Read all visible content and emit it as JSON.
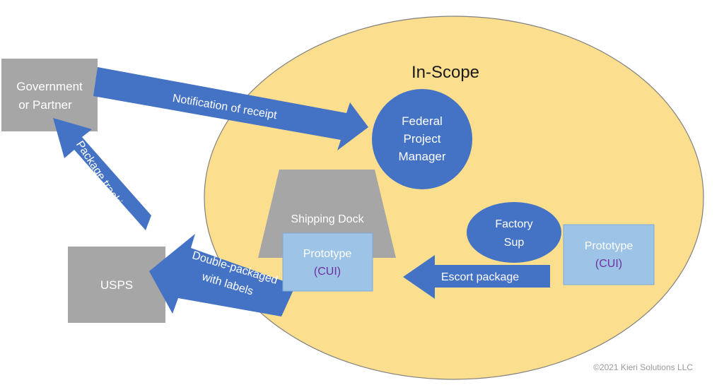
{
  "scope": {
    "title": "In-Scope"
  },
  "nodes": {
    "government": {
      "line1": "Government",
      "line2": "or Partner"
    },
    "usps": {
      "label": "USPS"
    },
    "federal_pm": {
      "line1": "Federal",
      "line2": "Project",
      "line3": "Manager"
    },
    "shipping_dock": {
      "label": "Shipping Dock"
    },
    "prototype_dock": {
      "line1": "Prototype",
      "line2": "(CUI)"
    },
    "factory_sup": {
      "line1": "Factory",
      "line2": "Sup"
    },
    "prototype_factory": {
      "line1": "Prototype",
      "line2": "(CUI)"
    }
  },
  "arrows": {
    "notification": {
      "label": "Notification of receipt"
    },
    "tracking": {
      "label": "Package tracking"
    },
    "double_packaged": {
      "line1": "Double-packaged",
      "line2": "with labels"
    },
    "escort": {
      "label": "Escort package"
    }
  },
  "copyright": "©2021 Kieri Solutions LLC",
  "colors": {
    "scope_fill": "#FBDE8E",
    "scope_stroke": "#808080",
    "gray_box": "#A6A6A6",
    "blue": "#4472C4",
    "light_blue_box": "#9DC3E6",
    "cui_text": "#7030A0",
    "white": "#FFFFFF"
  }
}
